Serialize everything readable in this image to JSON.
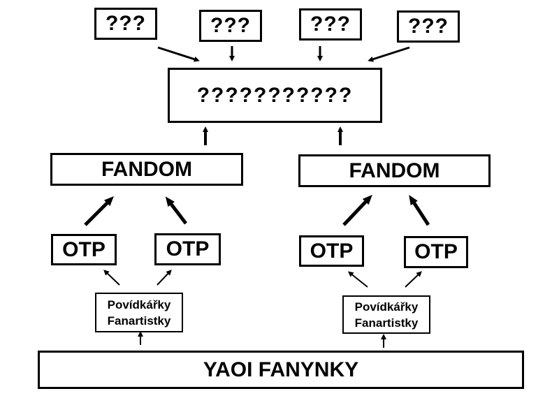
{
  "top_boxes": [
    {
      "label": "???"
    },
    {
      "label": "???"
    },
    {
      "label": "???"
    },
    {
      "label": "???"
    }
  ],
  "center_box": {
    "label": "???????????"
  },
  "fandoms": [
    {
      "label": "FANDOM"
    },
    {
      "label": "FANDOM"
    }
  ],
  "otps": [
    {
      "label": "OTP"
    },
    {
      "label": "OTP"
    },
    {
      "label": "OTP"
    },
    {
      "label": "OTP"
    }
  ],
  "writers": [
    {
      "line1": "Povídkářky",
      "line2": "Fanartistky"
    },
    {
      "line1": "Povídkářky",
      "line2": "Fanartistky"
    }
  ],
  "base_box": {
    "label": "YAOI FANYNKY"
  }
}
